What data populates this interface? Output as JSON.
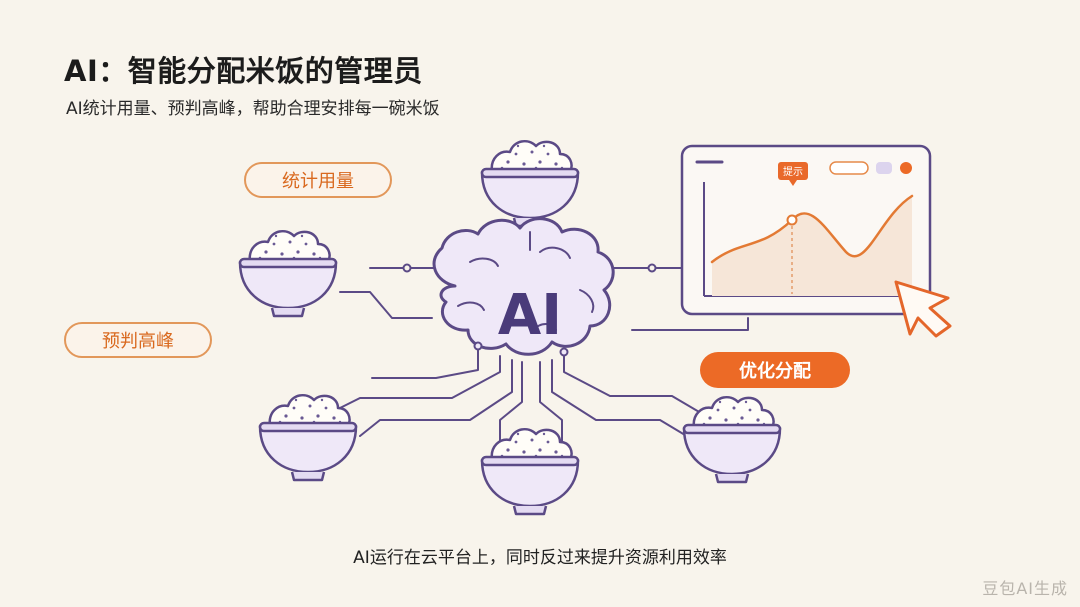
{
  "header": {
    "title": "AI：智能分配米饭的管理员",
    "subtitle": "AI统计用量、预判高峰，帮助合理安排每一碗米饭"
  },
  "tags": {
    "usage": "统计用量",
    "peak": "预判高峰",
    "optimize": "优化分配"
  },
  "brain": {
    "label": "AI"
  },
  "dashboard": {
    "tip_label": "提示"
  },
  "caption": "AI运行在云平台上，同时反过来提升资源利用效率",
  "watermark": "豆包AI生成",
  "colors": {
    "accent": "#ec6a26",
    "line": "#5b4a86",
    "bowl_fill": "#efe8f8",
    "background": "#f8f4ec"
  },
  "icons": [
    "brain-icon",
    "rice-bowl-icon",
    "line-chart-icon",
    "cursor-arrow-icon"
  ]
}
